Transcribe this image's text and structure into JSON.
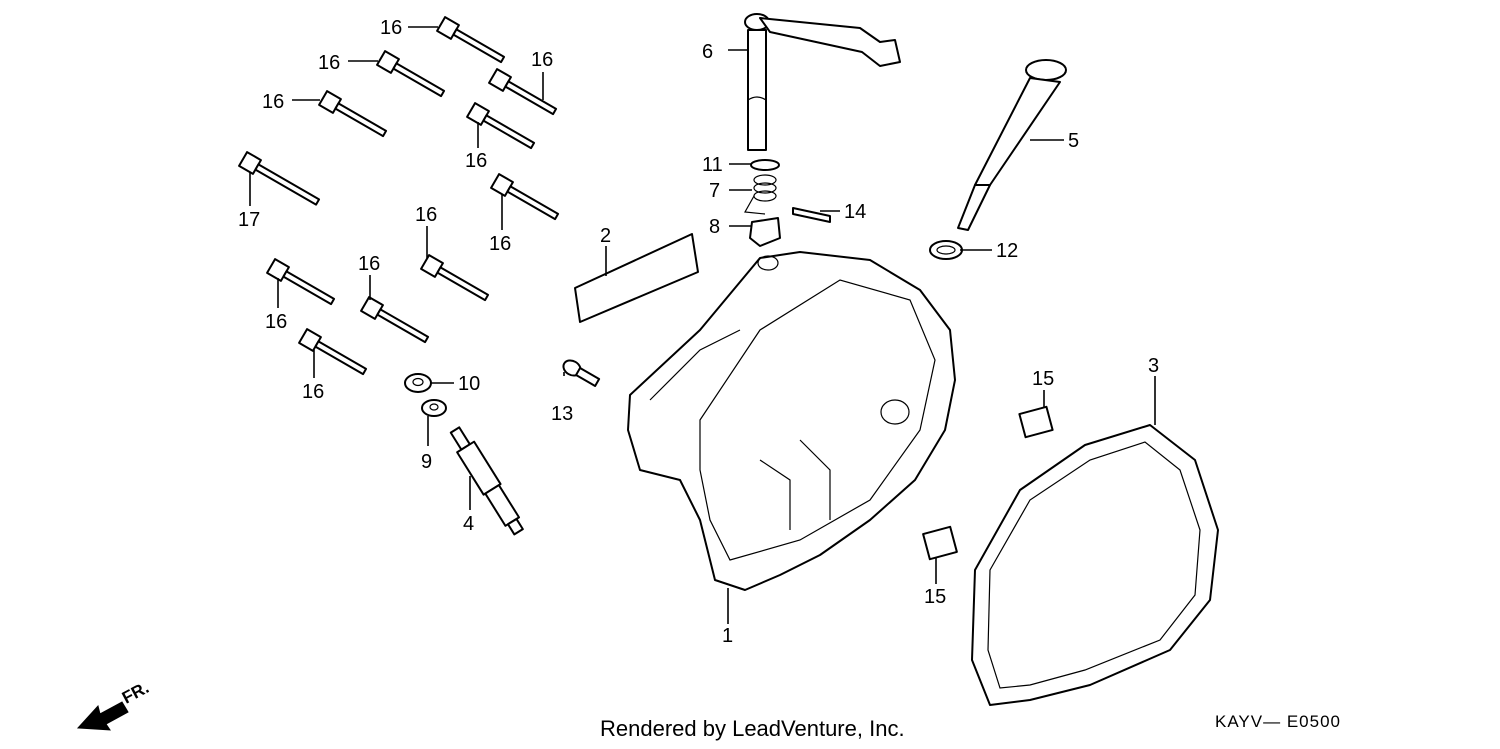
{
  "callouts": {
    "p1": "1",
    "p2": "2",
    "p3": "3",
    "p4": "4",
    "p5": "5",
    "p6": "6",
    "p7": "7",
    "p8": "8",
    "p9": "9",
    "p10": "10",
    "p11": "11",
    "p12": "12",
    "p13": "13",
    "p14": "14",
    "p15a": "15",
    "p15b": "15",
    "p16a": "16",
    "p16b": "16",
    "p16c": "16",
    "p16d": "16",
    "p16e": "16",
    "p16f": "16",
    "p16g": "16",
    "p16h": "16",
    "p16i": "16",
    "p16j": "16",
    "p17": "17"
  },
  "direction_label": "FR.",
  "credit": "Rendered by LeadVenture, Inc.",
  "diagram_code": "KAYV— E0500"
}
